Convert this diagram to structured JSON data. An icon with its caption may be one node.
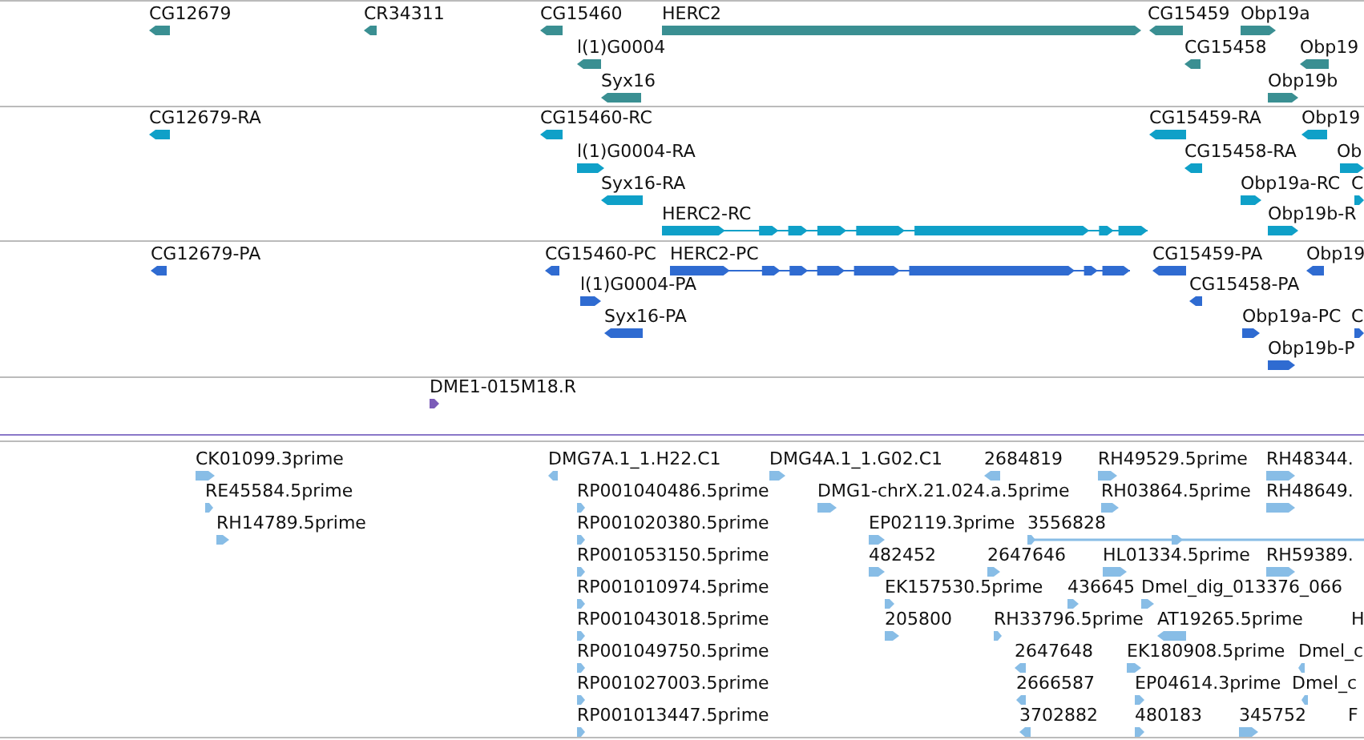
{
  "diagram": {
    "labels": [
      "CG12679",
      "CR34311",
      "CG15460",
      "HERC2",
      "CG15459",
      "Obp19a",
      "l(1)G0004",
      "CG15458",
      "Obp19",
      "Syx16",
      "Obp19b",
      "CG12679-RA",
      "CG15460-RC",
      "CG15459-RA",
      "Obp19",
      "l(1)G0004-RA",
      "CG15458-RA",
      "Ob",
      "Syx16-RA",
      "Obp19a-RC",
      "C",
      "HERC2-RC",
      "Obp19b-R",
      "CG12679-PA",
      "CG15460-PC",
      "HERC2-PC",
      "CG15459-PA",
      "Obp19",
      "l(1)G0004-PA",
      "CG15458-PA",
      "Syx16-PA",
      "Obp19a-PC",
      "C",
      "Obp19b-P",
      "DME1-015M18.R",
      "CK01099.3prime",
      "DMG7A.1_1.H22.C1",
      "DMG4A.1_1.G02.C1",
      "2684819",
      "RH49529.5prime",
      "RH48344.",
      "RE45584.5prime",
      "RP001040486.5prime",
      "DMG1-chrX.21.024.a.5prime",
      "RH03864.5prime",
      "RH48649.",
      "RH14789.5prime",
      "RP001020380.5prime",
      "EP02119.3prime",
      "3556828",
      "RP001053150.5prime",
      "482452",
      "2647646",
      "HL01334.5prime",
      "RH59389.",
      "RP001010974.5prime",
      "EK157530.5prime",
      "436645",
      "Dmel_dig_013376_066",
      "RP001043018.5prime",
      "205800",
      "RH33796.5prime",
      "AT19265.5prime",
      "H",
      "RP001049750.5prime",
      "2647648",
      "EK180908.5prime",
      "Dmel_c",
      "RP001027003.5prime",
      "2666587",
      "EP04614.3prime",
      "Dmel_c",
      "RP001013447.5prime",
      "3702882",
      "480183",
      "345752",
      "F"
    ]
  }
}
